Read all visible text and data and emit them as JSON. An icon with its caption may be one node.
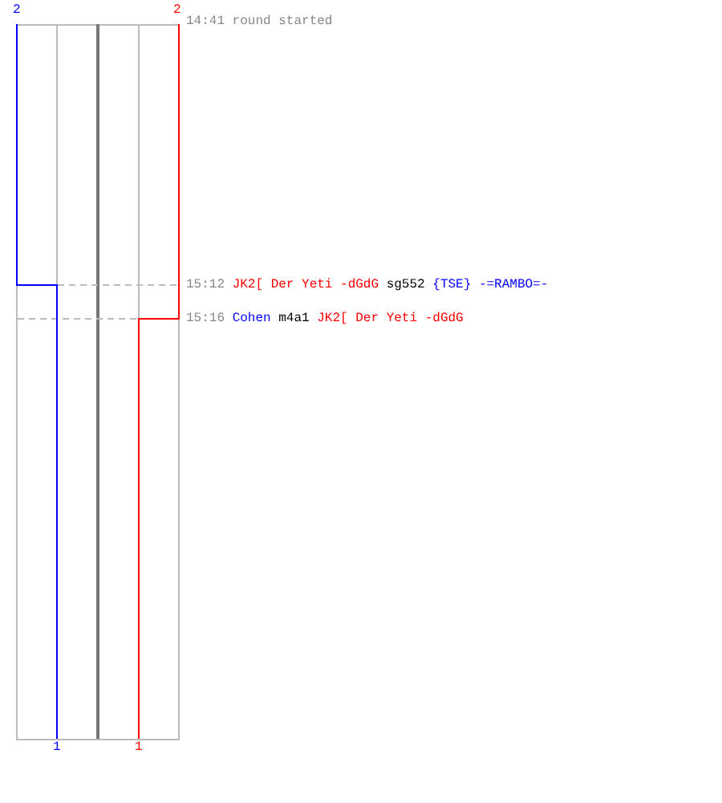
{
  "diagram": {
    "labels": [
      "2",
      "2",
      "14:41 round started",
      "15:12",
      "JK2[ Der Yeti -dGdG",
      "sg552",
      "{TSE} -=RAMBO=-",
      "15:16",
      "Cohen",
      "m4a1",
      "JK2[ Der Yeti -dGdG",
      "1",
      "1"
    ]
  }
}
